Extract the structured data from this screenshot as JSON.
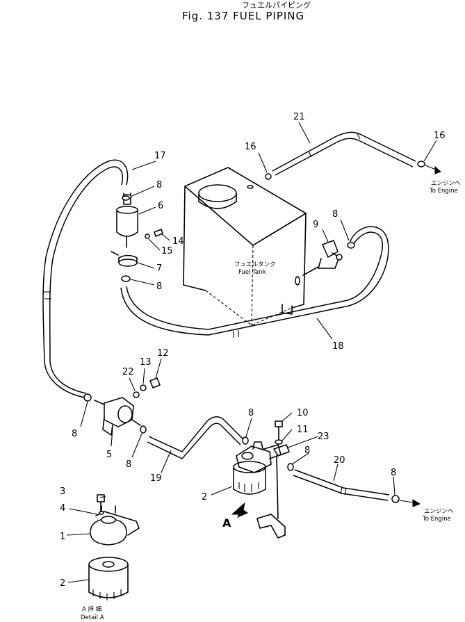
{
  "title": {
    "jp": "フュエルパイピング",
    "en": "Fig. 137  FUEL  PIPING"
  },
  "tank": {
    "jp": "フュエルタンク",
    "en": "Fuel  Tank"
  },
  "to_engine": [
    {
      "jp": "エンジンへ",
      "en": "To  Engine"
    },
    {
      "jp": "エンジンへ",
      "en": "To  Engine"
    }
  ],
  "detail": {
    "jp": "A 詳 細",
    "en": "Detail A",
    "view_marker": "A"
  },
  "callouts": [
    {
      "id": "c17",
      "text": "17"
    },
    {
      "id": "c8a",
      "text": "8"
    },
    {
      "id": "c6",
      "text": "6"
    },
    {
      "id": "c14",
      "text": "14"
    },
    {
      "id": "c15",
      "text": "15"
    },
    {
      "id": "c7",
      "text": "7"
    },
    {
      "id": "c8b",
      "text": "8"
    },
    {
      "id": "c21",
      "text": "21"
    },
    {
      "id": "c16a",
      "text": "16"
    },
    {
      "id": "c16b",
      "text": "16"
    },
    {
      "id": "c9",
      "text": "9"
    },
    {
      "id": "c8c",
      "text": "8"
    },
    {
      "id": "c18",
      "text": "18"
    },
    {
      "id": "c22",
      "text": "22"
    },
    {
      "id": "c13",
      "text": "13"
    },
    {
      "id": "c12",
      "text": "12"
    },
    {
      "id": "c8d",
      "text": "8"
    },
    {
      "id": "c5",
      "text": "5"
    },
    {
      "id": "c8e",
      "text": "8"
    },
    {
      "id": "c19",
      "text": "19"
    },
    {
      "id": "c8f",
      "text": "8"
    },
    {
      "id": "c10",
      "text": "10"
    },
    {
      "id": "c11",
      "text": "11"
    },
    {
      "id": "c23",
      "text": "23"
    },
    {
      "id": "c8g",
      "text": "8"
    },
    {
      "id": "c20",
      "text": "20"
    },
    {
      "id": "c8h",
      "text": "8"
    },
    {
      "id": "c2a",
      "text": "2"
    },
    {
      "id": "c3",
      "text": "3"
    },
    {
      "id": "c4",
      "text": "4"
    },
    {
      "id": "c1",
      "text": "1"
    },
    {
      "id": "c2b",
      "text": "2"
    }
  ]
}
